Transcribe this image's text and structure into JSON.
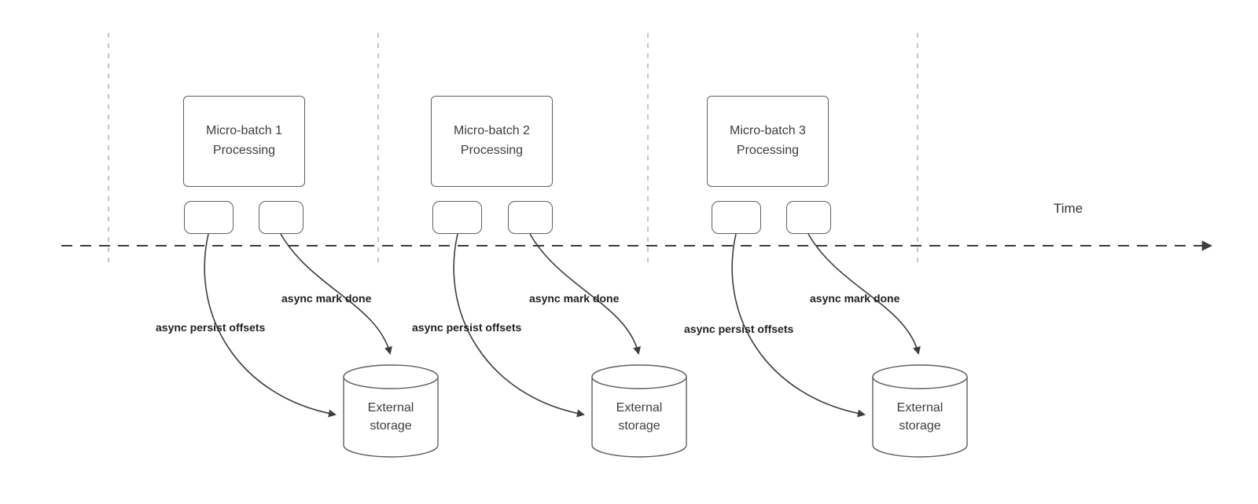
{
  "diagram": {
    "time_label": "Time",
    "colors": {
      "line": "#3d3d3d",
      "guide_line": "#b3b3b3",
      "shape_border": "#5f5f5f",
      "text": "#3d3d3d",
      "label_text": "#1f1f1f",
      "background": "#ffffff"
    },
    "groups": [
      {
        "batch_label": "Micro-batch 1 Processing",
        "persist_offsets_label": "async persist offsets",
        "mark_done_label": "async mark done",
        "storage_label": "External storage"
      },
      {
        "batch_label": "Micro-batch 2 Processing",
        "persist_offsets_label": "async persist offsets",
        "mark_done_label": "async mark done",
        "storage_label": "External storage"
      },
      {
        "batch_label": "Micro-batch 3 Processing",
        "persist_offsets_label": "async persist offsets",
        "mark_done_label": "async mark done",
        "storage_label": "External storage"
      }
    ]
  }
}
